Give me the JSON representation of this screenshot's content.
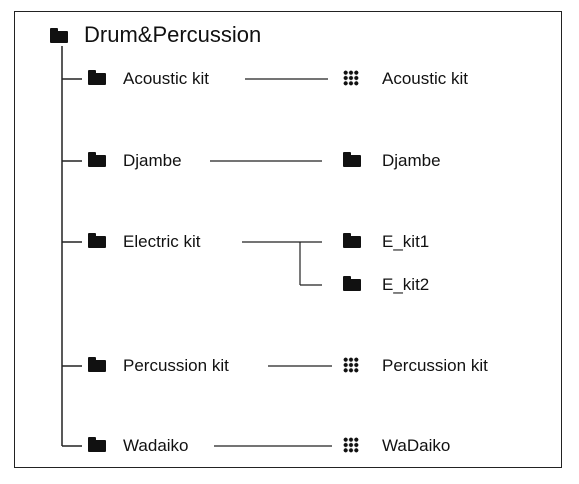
{
  "tree": {
    "root": {
      "label": "Drum&Percussion",
      "icon": "folder-icon"
    },
    "categories": [
      {
        "label": "Acoustic kit",
        "icon": "folder-icon",
        "children": [
          {
            "label": "Acoustic kit",
            "icon": "kit-grid-icon"
          }
        ]
      },
      {
        "label": "Djambe",
        "icon": "folder-icon",
        "children": [
          {
            "label": "Djambe",
            "icon": "folder-icon"
          }
        ]
      },
      {
        "label": "Electric kit",
        "icon": "folder-icon",
        "children": [
          {
            "label": "E_kit1",
            "icon": "folder-icon"
          },
          {
            "label": "E_kit2",
            "icon": "folder-icon"
          }
        ]
      },
      {
        "label": "Percussion kit",
        "icon": "folder-icon",
        "children": [
          {
            "label": "Percussion kit",
            "icon": "kit-grid-icon"
          }
        ]
      },
      {
        "label": "Wadaiko",
        "icon": "folder-icon",
        "children": [
          {
            "label": "WaDaiko",
            "icon": "kit-grid-icon"
          }
        ]
      }
    ]
  },
  "colors": {
    "ink": "#111111",
    "background": "#ffffff"
  }
}
